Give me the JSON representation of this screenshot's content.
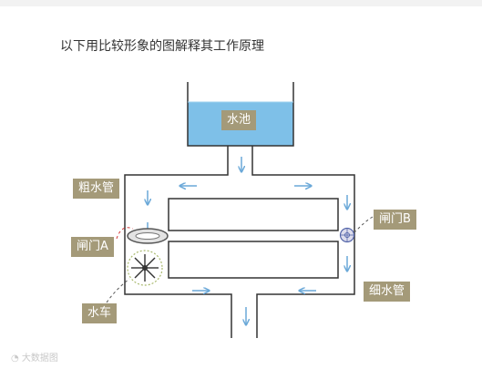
{
  "title": "以下用比较形象的图解释其工作原理",
  "labels": {
    "pool": "水池",
    "coarse_pipe": "粗水管",
    "gate_a": "闸门A",
    "gate_b": "闸门B",
    "waterwheel": "水车",
    "fine_pipe": "细水管"
  },
  "watermark": "大数据图",
  "colors": {
    "water": "#7ec0e8",
    "label_bg": "#a49a79",
    "arrow": "#6aa8d8",
    "wall": "#333333",
    "callout_line": "#d33a3a"
  }
}
